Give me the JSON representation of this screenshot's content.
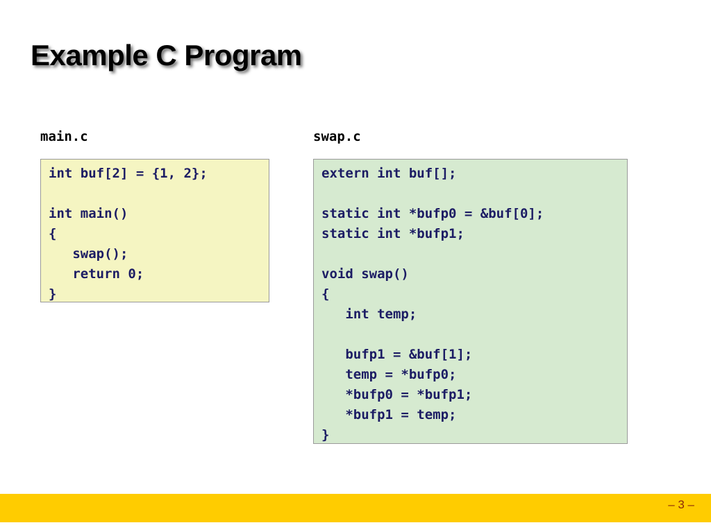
{
  "slide": {
    "title": "Example C Program",
    "page_label": "– 3 –"
  },
  "theme": {
    "background": "#ffffff",
    "title_color": "#000000",
    "footer_bar_color": "#ffcc00",
    "page_number_color": "#8c2a0a",
    "code_text_color": "#1c1c64",
    "main_panel_bg": "#f5f5c2",
    "swap_panel_bg": "#d6ead0",
    "panel_border": "#9a9a9a"
  },
  "panels": [
    {
      "id": "main-c",
      "label": "main.c",
      "code": "int buf[2] = {1, 2};\n\nint main()\n{\n   swap();\n   return 0;\n}",
      "lines": [
        "int buf[2] = {1, 2};",
        "",
        "int main()",
        "{",
        "   swap();",
        "   return 0;",
        "}"
      ]
    },
    {
      "id": "swap-c",
      "label": "swap.c",
      "code": "extern int buf[];\n\nstatic int *bufp0 = &buf[0];\nstatic int *bufp1;\n\nvoid swap()\n{\n   int temp;\n\n   bufp1 = &buf[1];\n   temp = *bufp0;\n   *bufp0 = *bufp1;\n   *bufp1 = temp;\n}",
      "lines": [
        "extern int buf[];",
        "",
        "static int *bufp0 = &buf[0];",
        "static int *bufp1;",
        "",
        "void swap()",
        "{",
        "   int temp;",
        "",
        "   bufp1 = &buf[1];",
        "   temp = *bufp0;",
        "   *bufp0 = *bufp1;",
        "   *bufp1 = temp;",
        "}"
      ]
    }
  ]
}
